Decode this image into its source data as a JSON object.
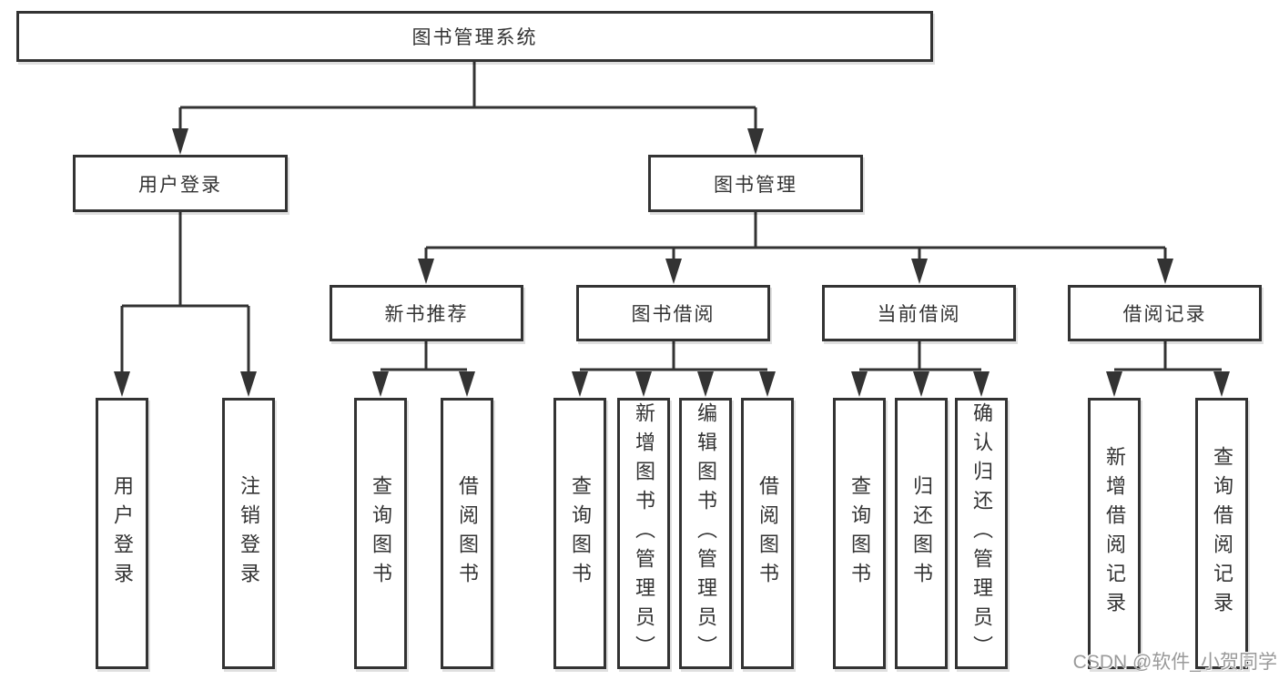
{
  "nodes": {
    "root": {
      "id": "library-management-system",
      "label": "图书管理系统"
    },
    "level2": [
      {
        "id": "user-login",
        "label": "用户登录"
      },
      {
        "id": "book-management",
        "label": "图书管理"
      }
    ],
    "level3": [
      {
        "id": "new-book-recommendation",
        "label": "新书推荐",
        "parent": "book-management"
      },
      {
        "id": "book-borrowing",
        "label": "图书借阅",
        "parent": "book-management"
      },
      {
        "id": "current-borrowing",
        "label": "当前借阅",
        "parent": "book-management"
      },
      {
        "id": "borrowing-records",
        "label": "借阅记录",
        "parent": "book-management"
      }
    ],
    "leaves": [
      {
        "id": "leaf-user-login",
        "label": "用户登录",
        "parent": "user-login"
      },
      {
        "id": "leaf-logout",
        "label": "注销登录",
        "parent": "user-login"
      },
      {
        "id": "leaf-query-books-recommend",
        "label": "查询图书",
        "parent": "new-book-recommendation"
      },
      {
        "id": "leaf-borrow-books-recommend",
        "label": "借阅图书",
        "parent": "new-book-recommendation"
      },
      {
        "id": "leaf-query-books-borrow",
        "label": "查询图书",
        "parent": "book-borrowing"
      },
      {
        "id": "leaf-add-books-admin",
        "label": "新增图书（管理员）",
        "parent": "book-borrowing"
      },
      {
        "id": "leaf-edit-books-admin",
        "label": "编辑图书（管理员）",
        "parent": "book-borrowing"
      },
      {
        "id": "leaf-borrow-books",
        "label": "借阅图书",
        "parent": "book-borrowing"
      },
      {
        "id": "leaf-query-books-current",
        "label": "查询图书",
        "parent": "current-borrowing"
      },
      {
        "id": "leaf-return-books",
        "label": "归还图书",
        "parent": "current-borrowing"
      },
      {
        "id": "leaf-confirm-return-admin",
        "label": "确认归还（管理员）",
        "parent": "current-borrowing"
      },
      {
        "id": "leaf-add-borrow-record",
        "label": "新增借阅记录",
        "parent": "borrowing-records"
      },
      {
        "id": "leaf-query-borrow-record",
        "label": "查询借阅记录",
        "parent": "borrowing-records"
      }
    ]
  },
  "colors": {
    "line": "#333333",
    "box_border": "#333333",
    "box_fill": "#ffffff",
    "text": "#333333",
    "watermark": "#9a9a9a"
  },
  "watermark": {
    "text": "CSDN @软件_小贺同学"
  }
}
